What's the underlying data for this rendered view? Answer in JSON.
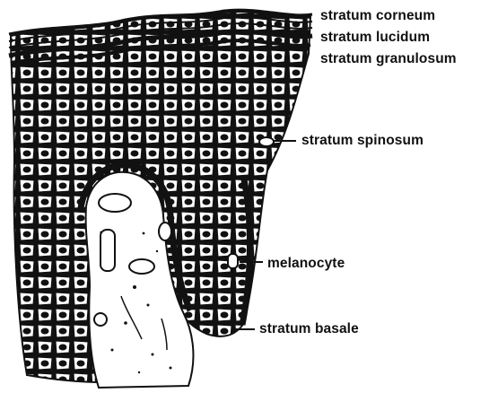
{
  "labels": {
    "stratum_corneum": "stratum corneum",
    "stratum_lucidum": "stratum lucidum",
    "stratum_granulosum": "stratum granulosum",
    "stratum_spinosum": "stratum spinosum",
    "melanocyte": "melanocyte",
    "stratum_basale": "stratum basale"
  },
  "colors": {
    "ink": "#111111",
    "paper": "#ffffff"
  }
}
